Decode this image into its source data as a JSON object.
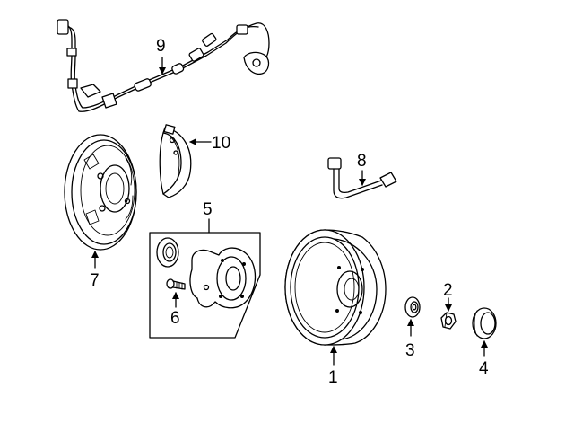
{
  "diagram": {
    "callouts": [
      {
        "id": "1",
        "text": "1"
      },
      {
        "id": "2",
        "text": "2"
      },
      {
        "id": "3",
        "text": "3"
      },
      {
        "id": "4",
        "text": "4"
      },
      {
        "id": "5",
        "text": "5"
      },
      {
        "id": "6",
        "text": "6"
      },
      {
        "id": "7",
        "text": "7"
      },
      {
        "id": "8",
        "text": "8"
      },
      {
        "id": "9",
        "text": "9"
      },
      {
        "id": "10",
        "text": "10"
      }
    ],
    "colors": {
      "ink": "#000000",
      "background": "#ffffff"
    }
  }
}
